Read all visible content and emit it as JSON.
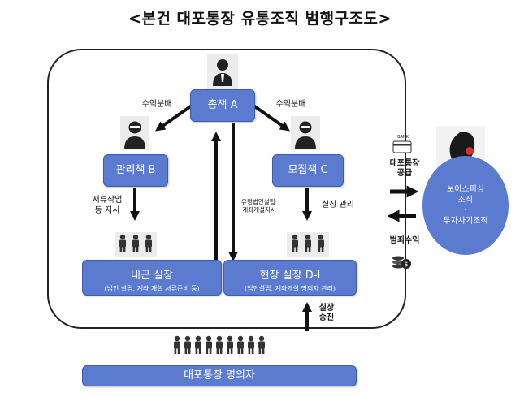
{
  "title": "<본건 대포통장 유통조직 범행구조도>",
  "nodes": {
    "chongchaek": "총책 A",
    "gwanri": "관리책 B",
    "mojip": "모집책 C",
    "naegeun": {
      "title": "내근 실장",
      "desc": "(법인 설립, 계좌 개설 서류준비 등)"
    },
    "hyeonjang": {
      "title": "현장 실장 D-I",
      "desc": "(법인설립, 계좌개설 명의자 관리)"
    },
    "nominee": "대포통장 명의자",
    "phishing": {
      "line1": "보이스피싱",
      "line2": "조직",
      "line3": "·",
      "line4": "투자사기조직"
    }
  },
  "labels": {
    "profit_left": "수익분배",
    "profit_right": "수익분배",
    "doc_order_1": "서류작업",
    "doc_order_2": "등 지시",
    "manage": "실장 관리",
    "center_1": "유령법인설립·",
    "center_2": "계좌개설지시",
    "promote_1": "실장",
    "promote_2": "승진",
    "supply_1": "대포통장",
    "supply_2": "공급",
    "crime_profit": "범죄수익",
    "bank": "BANK"
  },
  "colors": {
    "box_fill": "#5b7bd1",
    "arrow": "#111111"
  }
}
